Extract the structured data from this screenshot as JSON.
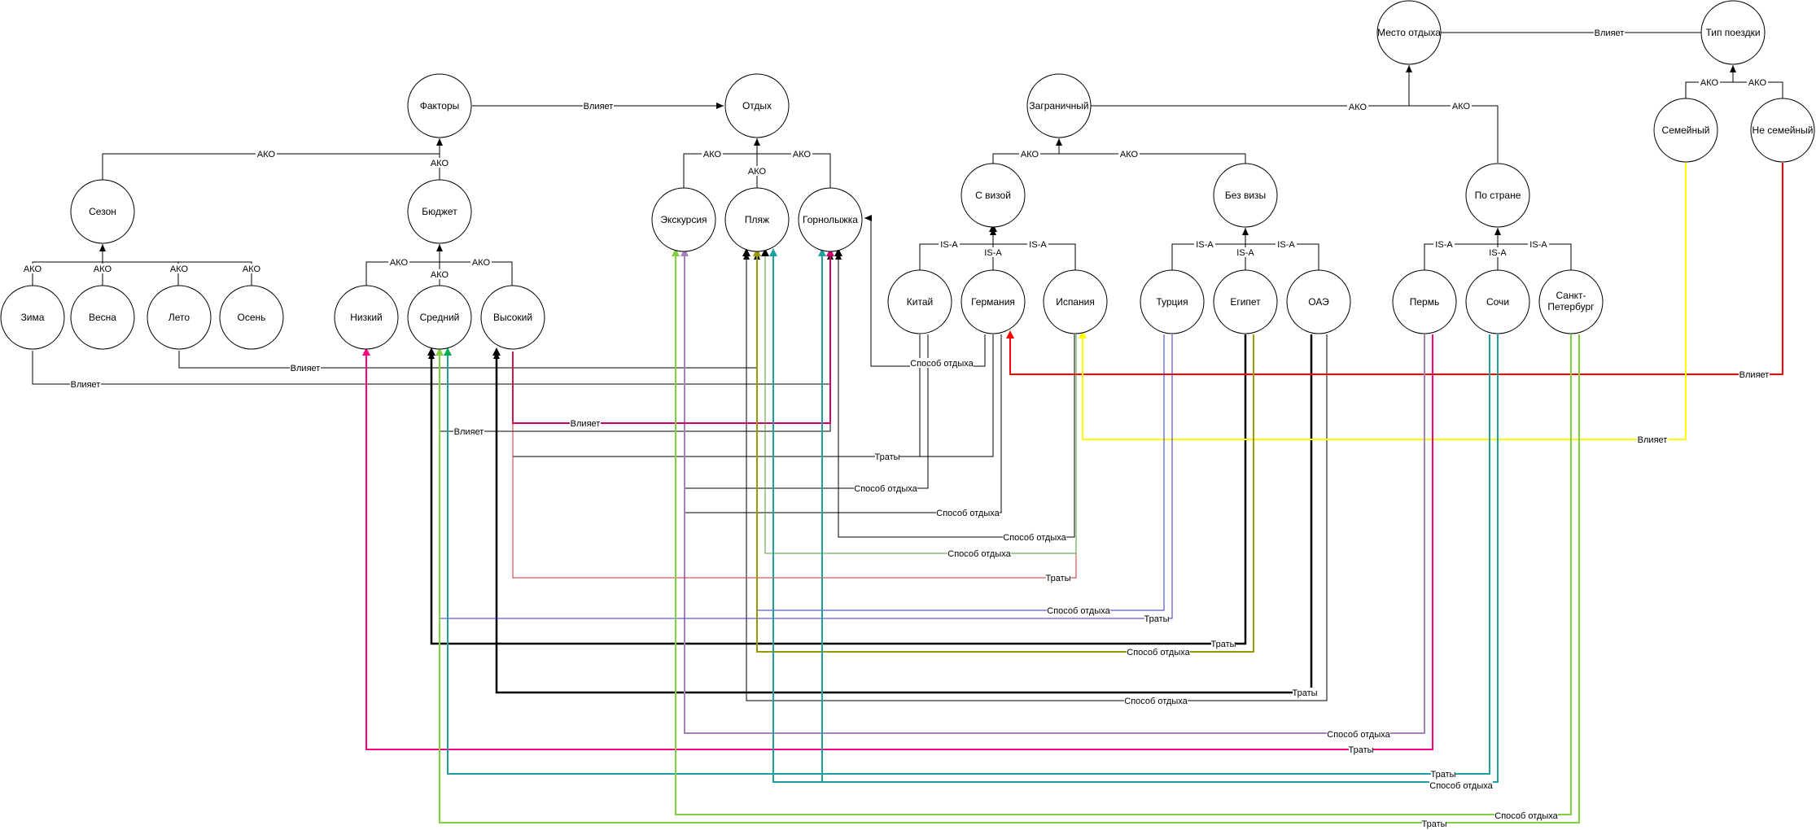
{
  "nodes": {
    "mesto": "Место отдыха",
    "tip": "Тип поездки",
    "faktory": "Факторы",
    "otdyh": "Отдых",
    "zagran": "Заграничный",
    "semeyny": "Семейный",
    "nesemeyny": "Не семейный",
    "sezon": "Сезон",
    "budzhet": "Бюджет",
    "ekskursiya": "Экскурсия",
    "plyazh": "Пляж",
    "gorn": "Горнолыжка",
    "svizoy": "С визой",
    "bezvizy": "Без визы",
    "postrane": "По стране",
    "zima": "Зима",
    "vesna": "Весна",
    "leto": "Лето",
    "osen": "Осень",
    "nizkiy": "Низкий",
    "sredniy": "Средний",
    "vysokiy": "Высокий",
    "kitay": "Китай",
    "germaniya": "Германия",
    "ispaniya": "Испания",
    "turciya": "Турция",
    "egipet": "Египет",
    "oae": "ОАЭ",
    "perm": "Пермь",
    "sochi": "Сочи",
    "spb_line1": "Санкт-",
    "spb_line2": "Петербург"
  },
  "relations": {
    "vliyaet": "Влияет",
    "ako": "АКО",
    "is_a": "IS-A",
    "sposob": "Способ отдыха",
    "traty": "Траты"
  },
  "colors": {
    "black": "#000000",
    "red": "#ff0000",
    "yellow": "#ffff00",
    "pink": "#ff0080",
    "magenta": "#cc0066",
    "purple": "#a680b8",
    "teal": "#1ba1a1",
    "green": "#00b050",
    "lime": "#80d040",
    "olive": "#999900",
    "brown": "#663300",
    "blue": "#3333cc",
    "darkred": "#cc3333",
    "greenline": "#4d9933"
  }
}
